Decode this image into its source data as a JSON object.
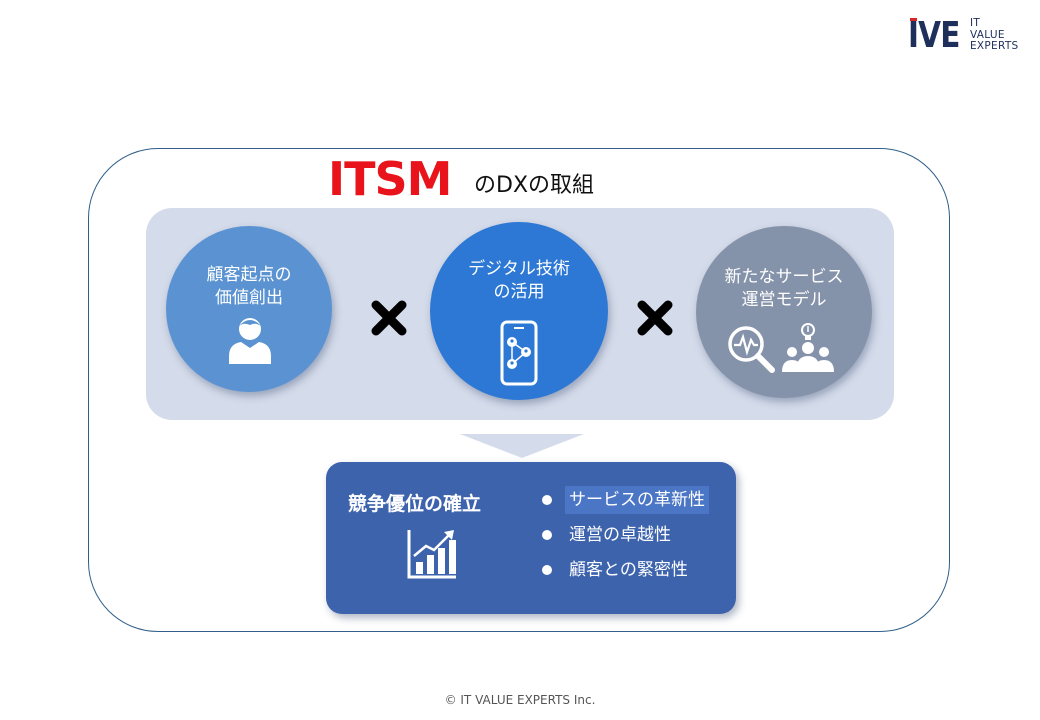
{
  "logo": {
    "mark": "IVE",
    "lines": [
      "IT",
      "VALUE",
      "EXPERTS"
    ]
  },
  "title": {
    "emphasis": "ITSM",
    "rest": "のDXの取組"
  },
  "circles": [
    {
      "label": "顧客起点の\n価値創出",
      "icon": "person-icon"
    },
    {
      "label": "デジタル技術\nの活用",
      "icon": "smartphone-network-icon"
    },
    {
      "label": "新たなサービス\n運営モデル",
      "icon": "analytics-team-icon"
    }
  ],
  "operator_icon": "multiply-icon",
  "result": {
    "title": "競争優位の確立",
    "icon": "bar-chart-growth-icon",
    "bullets": [
      "サービスの革新性",
      "運営の卓越性",
      "顧客との緊密性"
    ]
  },
  "footer": "© IT VALUE EXPERTS Inc.",
  "colors": {
    "accent_red": "#e8131b",
    "navy": "#1f2f5c",
    "band": "#d4dbea",
    "circle1": "#5b93d2",
    "circle2": "#2c78d4",
    "circle3": "#8593aa",
    "panel": "#3d63ad"
  }
}
